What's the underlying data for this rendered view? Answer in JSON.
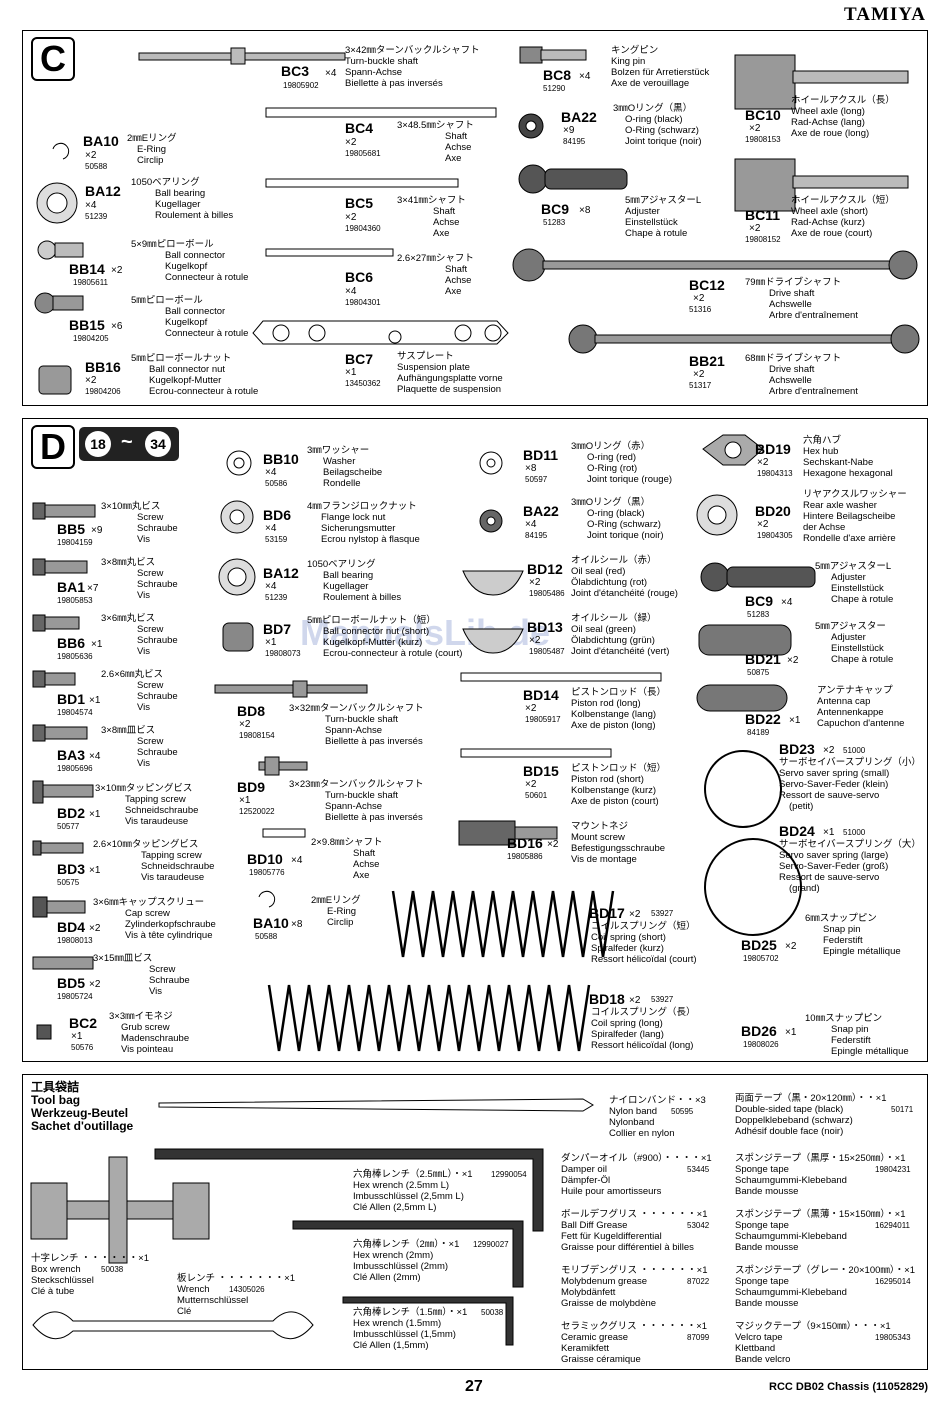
{
  "brand": "TAMIYA",
  "watermark": "ManualsLib.de",
  "sectionC": {
    "letter": "C",
    "parts": [
      {
        "code": "BC3",
        "qty": "×4",
        "num": "19805902",
        "desc": [
          "3×42㎜ターンバックルシャフト",
          "Turn-buckle shaft",
          "Spann-Achse",
          "Biellette à pas inversés"
        ]
      },
      {
        "code": "BC4",
        "qty": "×2",
        "num": "19805681",
        "desc": [
          "3×48.5㎜シャフト",
          "Shaft",
          "Achse",
          "Axe"
        ]
      },
      {
        "code": "BC5",
        "qty": "×2",
        "num": "19804360",
        "desc": [
          "3×41㎜シャフト",
          "Shaft",
          "Achse",
          "Axe"
        ]
      },
      {
        "code": "BC6",
        "qty": "×4",
        "num": "19804301",
        "desc": [
          "2.6×27㎜シャフト",
          "Shaft",
          "Achse",
          "Axe"
        ]
      },
      {
        "code": "BC7",
        "qty": "×1",
        "num": "13450362",
        "desc": [
          "サスプレート",
          "Suspension plate",
          "Aufhängungsplatte vorne",
          "Plaquette de suspension"
        ]
      },
      {
        "code": "BA10",
        "qty": "×2",
        "num": "50588",
        "desc": [
          "2㎜Eリング",
          "E-Ring",
          "Circlip"
        ]
      },
      {
        "code": "BA12",
        "qty": "×4",
        "num": "51239",
        "desc": [
          "1050ベアリング",
          "Ball bearing",
          "Kugellager",
          "Roulement à billes"
        ]
      },
      {
        "code": "BB14",
        "qty": "×2",
        "num": "19805611",
        "desc": [
          "5×9㎜ピローボール",
          "Ball connector",
          "Kugelkopf",
          "Connecteur à rotule"
        ]
      },
      {
        "code": "BB15",
        "qty": "×6",
        "num": "19804205",
        "desc": [
          "5㎜ピローボール",
          "Ball connector",
          "Kugelkopf",
          "Connecteur à rotule"
        ]
      },
      {
        "code": "BB16",
        "qty": "×2",
        "num": "19804206",
        "desc": [
          "5㎜ピローボールナット",
          "Ball connector nut",
          "Kugelkopf-Mutter",
          "Ecrou-connecteur à rotule"
        ]
      },
      {
        "code": "BC8",
        "qty": "×4",
        "num": "51290",
        "desc": [
          "キングピン",
          "King pin",
          "Bolzen für Arretierstück",
          "Axe de verouillage"
        ]
      },
      {
        "code": "BA22",
        "qty": "×9",
        "num": "84195",
        "desc": [
          "3㎜Oリング（黒）",
          "O-ring (black)",
          "O-Ring (schwarz)",
          "Joint torique (noir)"
        ]
      },
      {
        "code": "BC9",
        "qty": "×8",
        "num": "51283",
        "desc": [
          "5㎜アジャスターL",
          "Adjuster",
          "Einstellstück",
          "Chape à rotule"
        ]
      },
      {
        "code": "BC10",
        "qty": "×2",
        "num": "19808153",
        "desc": [
          "ホイールアクスル（長）",
          "Wheel axle (long)",
          "Rad-Achse (lang)",
          "Axe de roue (long)"
        ]
      },
      {
        "code": "BC11",
        "qty": "×2",
        "num": "19808152",
        "desc": [
          "ホイールアクスル（短）",
          "Wheel axle (short)",
          "Rad-Achse (kurz)",
          "Axe de roue (court)"
        ]
      },
      {
        "code": "BC12",
        "qty": "×2",
        "num": "51316",
        "desc": [
          "79㎜ドライブシャフト",
          "Drive shaft",
          "Achswelle",
          "Arbre d'entraînement"
        ]
      },
      {
        "code": "BB21",
        "qty": "×2",
        "num": "51317",
        "desc": [
          "68㎜ドライブシャフト",
          "Drive shaft",
          "Achswelle",
          "Arbre d'entraînement"
        ]
      }
    ]
  },
  "sectionD": {
    "letter": "D",
    "steps": [
      "18",
      "34"
    ],
    "tilde": "~",
    "parts": [
      {
        "code": "BB10",
        "qty": "×4",
        "num": "50586",
        "desc": [
          "3㎜ワッシャー",
          "Washer",
          "Beilagscheibe",
          "Rondelle"
        ]
      },
      {
        "code": "BB5",
        "qty": "×9",
        "num": "19804159",
        "desc": [
          "3×10㎜丸ビス",
          "Screw",
          "Schraube",
          "Vis"
        ]
      },
      {
        "code": "BD6",
        "qty": "×4",
        "num": "53159",
        "desc": [
          "4㎜フランジロックナット",
          "Flange lock nut",
          "Sicherungsmutter",
          "Ecrou nylstop à flasque"
        ]
      },
      {
        "code": "BA1",
        "qty": "×7",
        "num": "19805853",
        "desc": [
          "3×8㎜丸ビス",
          "Screw",
          "Schraube",
          "Vis"
        ]
      },
      {
        "code": "BA12",
        "qty": "×4",
        "num": "51239",
        "desc": [
          "1050ベアリング",
          "Ball bearing",
          "Kugellager",
          "Roulement à billes"
        ]
      },
      {
        "code": "BB6",
        "qty": "×1",
        "num": "19805636",
        "desc": [
          "3×6㎜丸ビス",
          "Screw",
          "Schraube",
          "Vis"
        ]
      },
      {
        "code": "BD7",
        "qty": "×1",
        "num": "19808073",
        "desc": [
          "5㎜ピローボールナット（短）",
          "Ball connector nut (short)",
          "Kugelkopf-Mutter (kurz)",
          "Ecrou-connecteur à rotule (court)"
        ]
      },
      {
        "code": "BD1",
        "qty": "×1",
        "num": "19804574",
        "desc": [
          "2.6×6㎜丸ビス",
          "Screw",
          "Schraube",
          "Vis"
        ]
      },
      {
        "code": "BD8",
        "qty": "×2",
        "num": "19808154",
        "desc": [
          "3×32㎜ターンバックルシャフト",
          "Turn-buckle shaft",
          "Spann-Achse",
          "Biellette à pas inversés"
        ]
      },
      {
        "code": "BA3",
        "qty": "×4",
        "num": "19805696",
        "desc": [
          "3×8㎜皿ビス",
          "Screw",
          "Schraube",
          "Vis"
        ]
      },
      {
        "code": "BD9",
        "qty": "×1",
        "num": "12520022",
        "desc": [
          "3×23㎜ターンバックルシャフト",
          "Turn-buckle shaft",
          "Spann-Achse",
          "Biellette à pas inversés"
        ]
      },
      {
        "code": "BD2",
        "qty": "×1",
        "num": "50577",
        "desc": [
          "3×10㎜タッピングビス",
          "Tapping screw",
          "Schneidschraube",
          "Vis taraudeuse"
        ]
      },
      {
        "code": "BD10",
        "qty": "×4",
        "num": "19805776",
        "desc": [
          "2×9.8㎜シャフト",
          "Shaft",
          "Achse",
          "Axe"
        ]
      },
      {
        "code": "BD3",
        "qty": "×1",
        "num": "50575",
        "desc": [
          "2.6×10㎜タッピングビス",
          "Tapping screw",
          "Schneidschraube",
          "Vis taraudeuse"
        ]
      },
      {
        "code": "BA10",
        "qty": "×8",
        "num": "50588",
        "desc": [
          "2㎜Eリング",
          "E-Ring",
          "Circlip"
        ]
      },
      {
        "code": "BD4",
        "qty": "×2",
        "num": "19808013",
        "desc": [
          "3×6㎜キャップスクリュー",
          "Cap screw",
          "Zylinderkopfschraube",
          "Vis à tête cylindrique"
        ]
      },
      {
        "code": "BD5",
        "qty": "×2",
        "num": "19805724",
        "desc": [
          "3×15㎜皿ビス",
          "Screw",
          "Schraube",
          "Vis"
        ]
      },
      {
        "code": "BC2",
        "qty": "×1",
        "num": "50576",
        "desc": [
          "3×3㎜イモネジ",
          "Grub screw",
          "Madenschraube",
          "Vis pointeau"
        ]
      },
      {
        "code": "BD11",
        "qty": "×8",
        "num": "50597",
        "desc": [
          "3㎜Oリング（赤）",
          "O-ring (red)",
          "O-Ring (rot)",
          "Joint torique (rouge)"
        ]
      },
      {
        "code": "BA22",
        "qty": "×4",
        "num": "84195",
        "desc": [
          "3㎜Oリング（黒）",
          "O-ring (black)",
          "O-Ring (schwarz)",
          "Joint torique (noir)"
        ]
      },
      {
        "code": "BD12",
        "qty": "×2",
        "num": "19805486",
        "desc": [
          "オイルシール（赤）",
          "Oil seal (red)",
          "Ölabdichtung (rot)",
          "Joint d'étanchéité (rouge)"
        ]
      },
      {
        "code": "BD13",
        "qty": "×2",
        "num": "19805487",
        "desc": [
          "オイルシール（緑）",
          "Oil seal (green)",
          "Ölabdichtung (grün)",
          "Joint d'étanchéité (vert)"
        ]
      },
      {
        "code": "BD14",
        "qty": "×2",
        "num": "19805917",
        "desc": [
          "ピストンロッド（長）",
          "Piston rod (long)",
          "Kolbenstange (lang)",
          "Axe de piston (long)"
        ]
      },
      {
        "code": "BD15",
        "qty": "×2",
        "num": "50601",
        "desc": [
          "ピストンロッド（短）",
          "Piston rod (short)",
          "Kolbenstange (kurz)",
          "Axe de piston (court)"
        ]
      },
      {
        "code": "BD16",
        "qty": "×2",
        "num": "19805886",
        "desc": [
          "マウントネジ",
          "Mount screw",
          "Befestigungsschraube",
          "Vis de montage"
        ]
      },
      {
        "code": "BD17",
        "qty": "×2",
        "num": "53927",
        "desc": [
          "コイルスプリング（短）",
          "Coil spring (short)",
          "Spiralfeder (kurz)",
          "Ressort hélicoïdal (court)"
        ]
      },
      {
        "code": "BD18",
        "qty": "×2",
        "num": "53927",
        "desc": [
          "コイルスプリング（長）",
          "Coil spring (long)",
          "Spiralfeder (lang)",
          "Ressort hélicoïdal (long)"
        ]
      },
      {
        "code": "BD19",
        "qty": "×2",
        "num": "19804313",
        "desc": [
          "六角ハブ",
          "Hex hub",
          "Sechskant-Nabe",
          "Hexagone hexagonal"
        ]
      },
      {
        "code": "BD20",
        "qty": "×2",
        "num": "19804305",
        "desc": [
          "リヤアクスルワッシャー",
          "Rear axle washer",
          "Hintere Beilagscheibe",
          "der Achse",
          "Rondelle d'axe arrière"
        ]
      },
      {
        "code": "BC9",
        "qty": "×4",
        "num": "51283",
        "desc": [
          "5㎜アジャスターL",
          "Adjuster",
          "Einstellstück",
          "Chape à rotule"
        ]
      },
      {
        "code": "BD21",
        "qty": "×2",
        "num": "50875",
        "desc": [
          "5㎜アジャスター",
          "Adjuster",
          "Einstellstück",
          "Chape à rotule"
        ]
      },
      {
        "code": "BD22",
        "qty": "×1",
        "num": "84189",
        "desc": [
          "アンテナキャップ",
          "Antenna cap",
          "Antennenkappe",
          "Capuchon d'antenne"
        ]
      },
      {
        "code": "BD23",
        "qty": "×2",
        "num": "51000",
        "desc": [
          "サーボセイバースプリング（小）",
          "Servo saver spring (small)",
          "Servo-Saver-Feder (klein)",
          "Ressort de sauve-servo",
          "(petit)"
        ]
      },
      {
        "code": "BD24",
        "qty": "×1",
        "num": "51000",
        "desc": [
          "サーボセイバースプリング（大）",
          "Servo saver spring (large)",
          "Servo-Saver-Feder (groß)",
          "Ressort de sauve-servo",
          "(grand)"
        ]
      },
      {
        "code": "BD25",
        "qty": "×2",
        "num": "19805702",
        "desc": [
          "6㎜スナップピン",
          "Snap pin",
          "Federstift",
          "Epingle métallique"
        ]
      },
      {
        "code": "BD26",
        "qty": "×1",
        "num": "19808026",
        "desc": [
          "10㎜スナップピン",
          "Snap pin",
          "Federstift",
          "Epingle métallique"
        ]
      }
    ]
  },
  "toolbag": {
    "title": [
      "工具袋詰",
      "Tool bag",
      "Werkzeug-Beutel",
      "Sachet d'outillage"
    ],
    "items": [
      {
        "lines": [
          "ナイロンバンド・・×3",
          "Nylon band",
          "Nylonband",
          "Collier en nylon"
        ],
        "num": "50595"
      },
      {
        "lines": [
          "六角棒レンチ（2.5㎜L）・×1",
          "Hex wrench (2.5mm L)",
          "Imbusschlüssel (2,5mm L)",
          "Clé Allen (2,5mm L)"
        ],
        "num": "12990054"
      },
      {
        "lines": [
          "六角棒レンチ（2㎜）・×1",
          "Hex wrench (2mm)",
          "Imbusschlüssel (2mm)",
          "Clé Allen (2mm)"
        ],
        "num": "12990027"
      },
      {
        "lines": [
          "六角棒レンチ（1.5㎜）・×1",
          "Hex wrench (1.5mm)",
          "Imbusschlüssel (1,5mm)",
          "Clé Allen (1,5mm)"
        ],
        "num": "50038"
      },
      {
        "lines": [
          "十字レンチ ・・・・・・×1",
          "Box wrench",
          "Steckschlüssel",
          "Clé à tube"
        ],
        "num": "50038"
      },
      {
        "lines": [
          "板レンチ ・・・・・・・×1",
          "Wrench",
          "Mutternschlüssel",
          "Clé"
        ],
        "num": "14305026"
      },
      {
        "lines": [
          "ダンパーオイル（#900）・・・・×1",
          "Damper oil",
          "Dämpfer-Öl",
          "Huile pour amortisseurs"
        ],
        "num": "53445"
      },
      {
        "lines": [
          "ボールデフグリス ・・・・・・×1",
          "Ball Diff Grease",
          "Fett für Kugeldifferential",
          "Graisse pour différentiel à billes"
        ],
        "num": "53042"
      },
      {
        "lines": [
          "モリブデングリス ・・・・・・×1",
          "Molybdenum grease",
          "Molybdänfett",
          "Graisse de molybdène"
        ],
        "num": "87022"
      },
      {
        "lines": [
          "セラミックグリス ・・・・・・×1",
          "Ceramic grease",
          "Keramikfett",
          "Graisse céramique"
        ],
        "num": "87099"
      },
      {
        "lines": [
          "両面テープ（黒・20×120㎜）・・×1",
          "Double-sided tape (black)",
          "Doppelklebeband (schwarz)",
          "Adhésif double face (noir)"
        ],
        "num": "50171"
      },
      {
        "lines": [
          "スポンジテープ（黒厚・15×250㎜）・×1",
          "Sponge tape",
          "Schaumgummi-Klebeband",
          "Bande mousse"
        ],
        "num": "19804231"
      },
      {
        "lines": [
          "スポンジテープ（黒薄・15×150㎜）・×1",
          "Sponge tape",
          "Schaumgummi-Klebeband",
          "Bande mousse"
        ],
        "num": "16294011"
      },
      {
        "lines": [
          "スポンジテープ（グレー・20×100㎜）・×1",
          "Sponge tape",
          "Schaumgummi-Klebeband",
          "Bande mousse"
        ],
        "num": "16295014"
      },
      {
        "lines": [
          "マジックテープ（9×150㎜）・・・×1",
          "Velcro tape",
          "Klettband",
          "Bande velcro"
        ],
        "num": "19805343"
      }
    ]
  },
  "footer": {
    "page": "27",
    "model": "RCC DB02 Chassis (11052829)"
  }
}
